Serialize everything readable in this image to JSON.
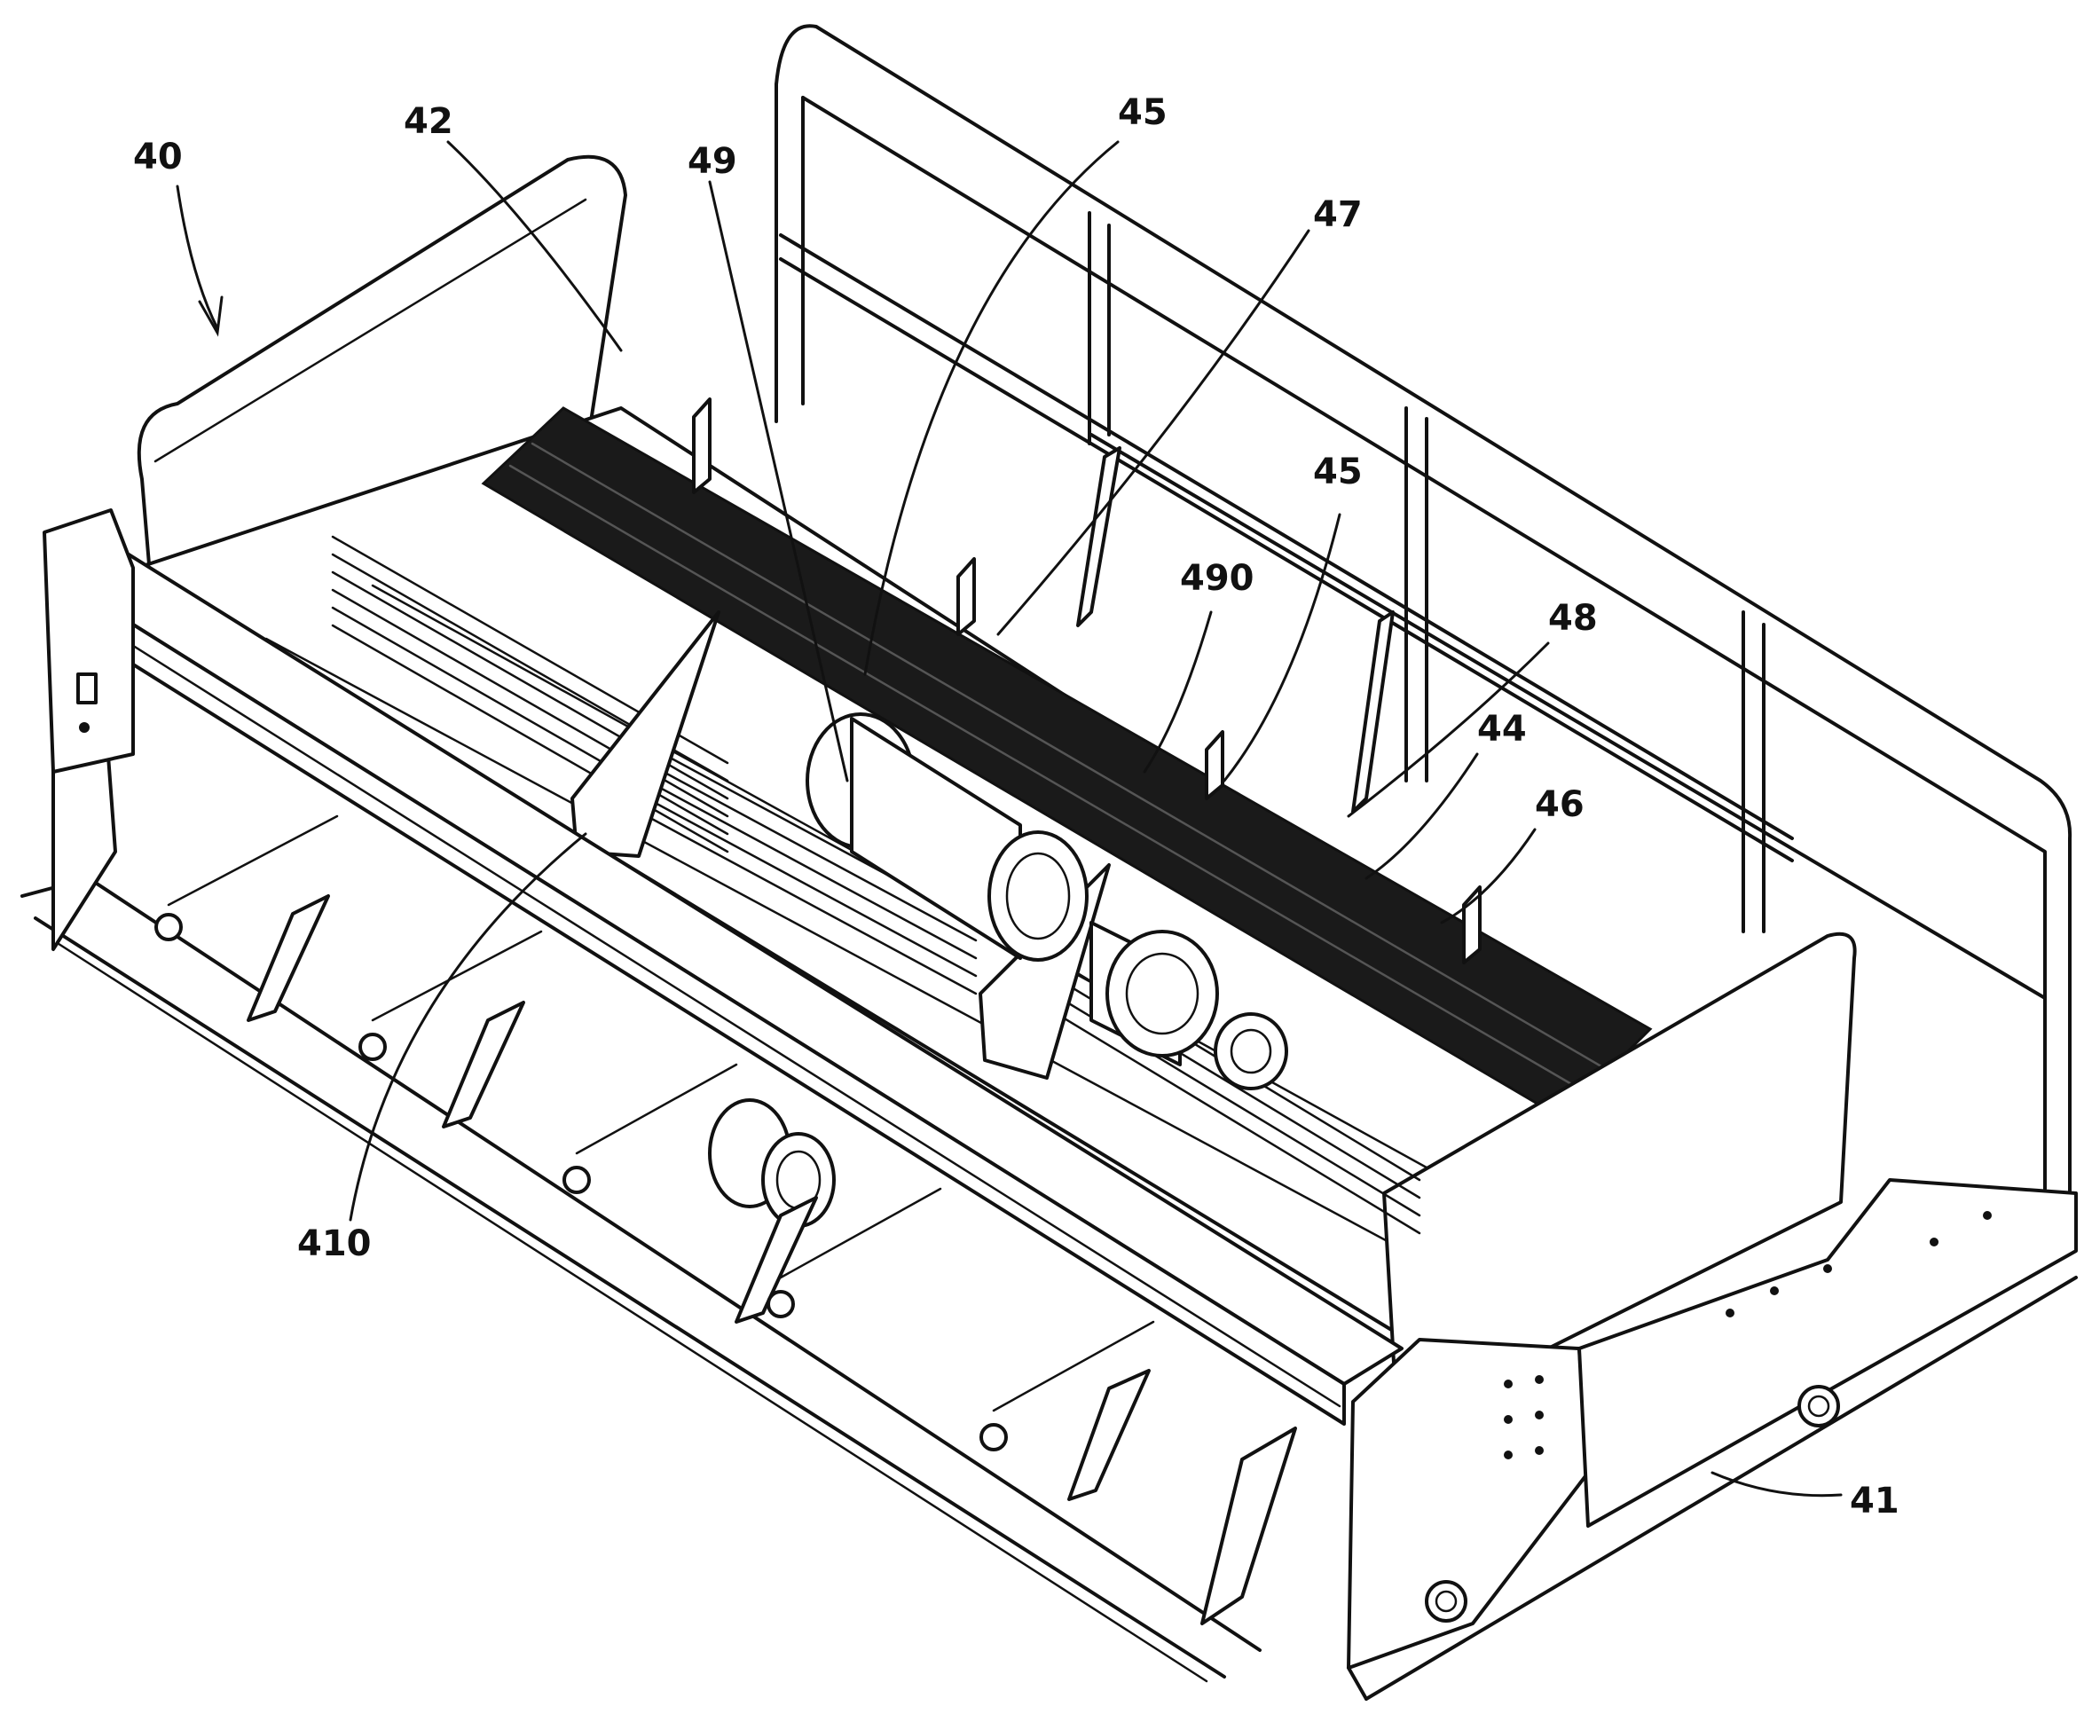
{
  "labels": {
    "l40": "40",
    "l42": "42",
    "l49": "49",
    "l45a": "45",
    "l47": "47",
    "l45b": "45",
    "l490": "490",
    "l48": "48",
    "l44": "44",
    "l46": "46",
    "l410": "410",
    "l41": "41"
  }
}
